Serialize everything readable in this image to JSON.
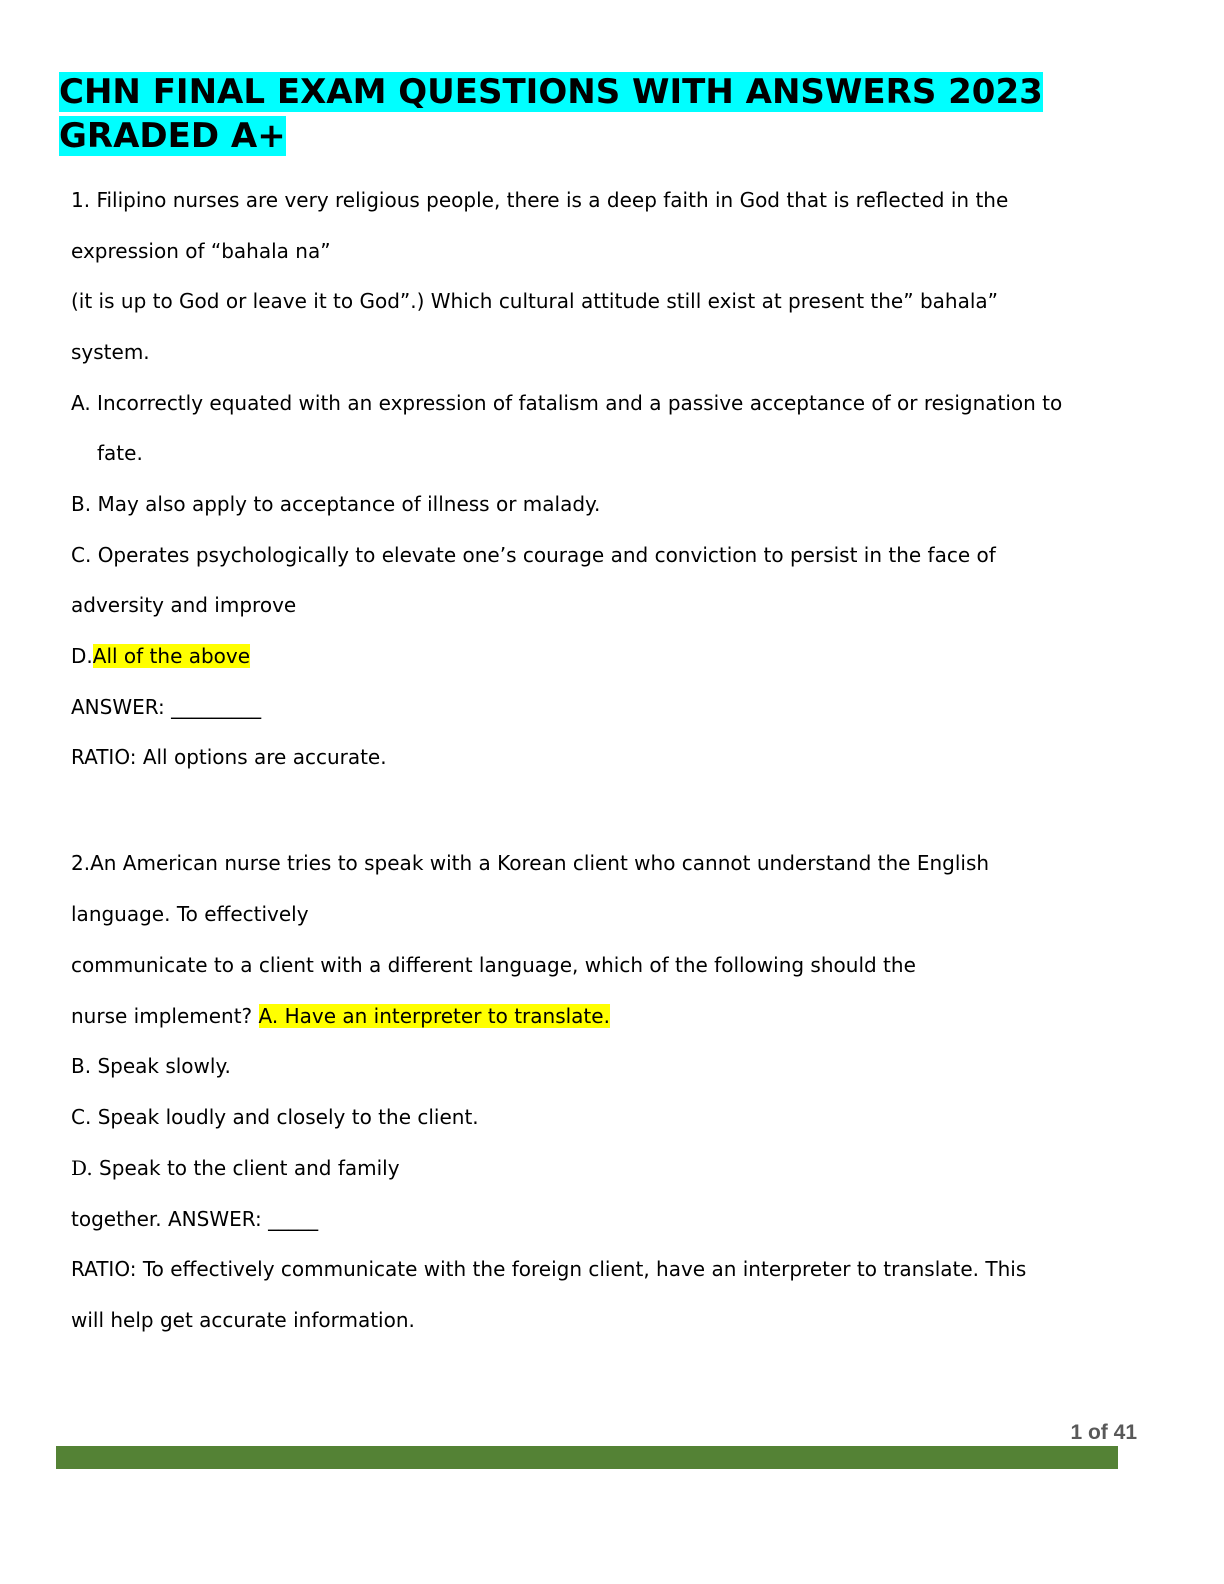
{
  "document": {
    "title_line1": "CHN FINAL EXAM QUESTIONS WITH ANSWERS 2023",
    "title_line2": "GRADED A+"
  },
  "q1": {
    "number": "1.",
    "stem_line1": "Filipino nurses are very religious people, there is a deep faith in God that is reflected in the",
    "stem_line2": "expression of “bahala na”",
    "stem_line3": "(it is up to God or leave it to God”.) Which cultural attitude still exist at present the” bahala”",
    "stem_line4": "system.",
    "option_a_letter": "A.",
    "option_a_line1": "Incorrectly equated with an expression of fatalism and a passive acceptance of or resignation to",
    "option_a_line2": "fate.",
    "option_b_letter": "B.",
    "option_b": "May also apply to acceptance of illness or malady.",
    "option_c_letter": "C.",
    "option_c_line1": "Operates psychologically to elevate one’s courage and conviction to persist in the face of",
    "option_c_line2": "adversity and improve",
    "option_d_letter": "D.",
    "option_d": "All of the above",
    "answer_line": "ANSWER: _________",
    "ratio": "RATIO: All options are accurate."
  },
  "q2": {
    "number": "2.",
    "stem_line1": "An American nurse tries to speak with a Korean client who cannot understand the English",
    "stem_line2": "language. To effectively",
    "stem_line3": "communicate to a client with a different language, which of the following should the",
    "stem_line4_prefix": "nurse implement? ",
    "option_a": "A. Have an interpreter to translate.",
    "option_b_letter": "B.",
    "option_b": "Speak slowly.",
    "option_c_letter": "C.",
    "option_c": "Speak loudly and closely to the client.",
    "option_d_letter": "D.",
    "option_d": "Speak to the client and family",
    "answer_line": "together. ANSWER: _____",
    "ratio_line1": "RATIO: To effectively communicate with the foreign client, have an interpreter to translate. This",
    "ratio_line2": "will help get accurate information."
  },
  "footer": {
    "page_number": "1 of 41",
    "bar_color": "#548235"
  },
  "colors": {
    "title_highlight": "#00ffff",
    "answer_highlight": "#ffff00"
  }
}
